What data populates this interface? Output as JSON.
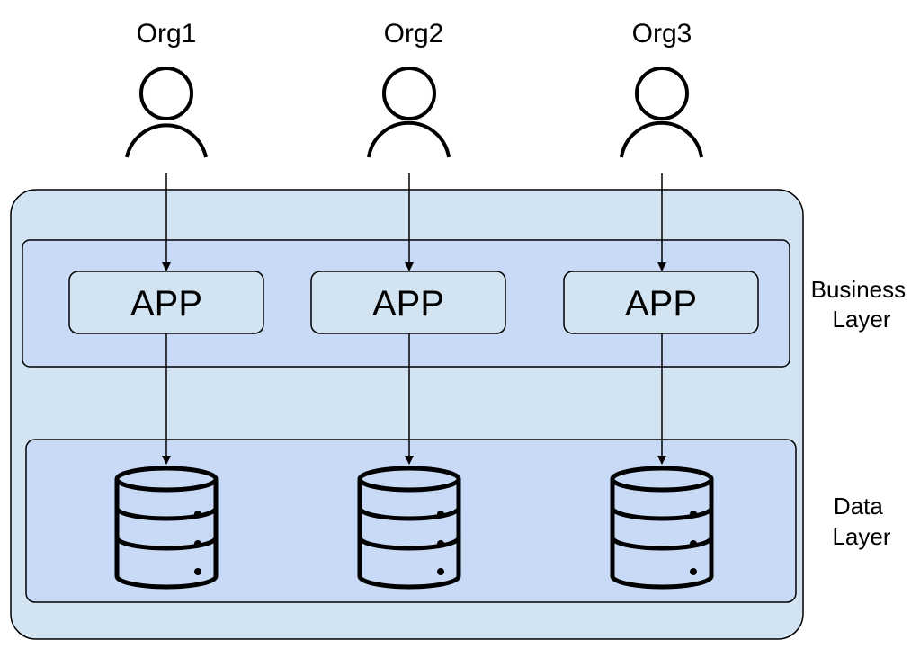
{
  "orgs": [
    {
      "label": "Org1",
      "icon": "person-icon"
    },
    {
      "label": "Org2",
      "icon": "person-icon"
    },
    {
      "label": "Org3",
      "icon": "person-icon"
    }
  ],
  "business_layer": {
    "label_line1": "Business",
    "label_line2": "Layer",
    "apps": [
      {
        "label": "APP"
      },
      {
        "label": "APP"
      },
      {
        "label": "APP"
      }
    ]
  },
  "data_layer": {
    "label_line1": "Data",
    "label_line2": "Layer",
    "databases": [
      {
        "icon": "database-icon"
      },
      {
        "icon": "database-icon"
      },
      {
        "icon": "database-icon"
      }
    ]
  },
  "colors": {
    "outer_container": "#d2e3f1",
    "layer_fill": "#c9daf7",
    "app_fill": "#d2e3f1",
    "stroke": "#000000"
  }
}
